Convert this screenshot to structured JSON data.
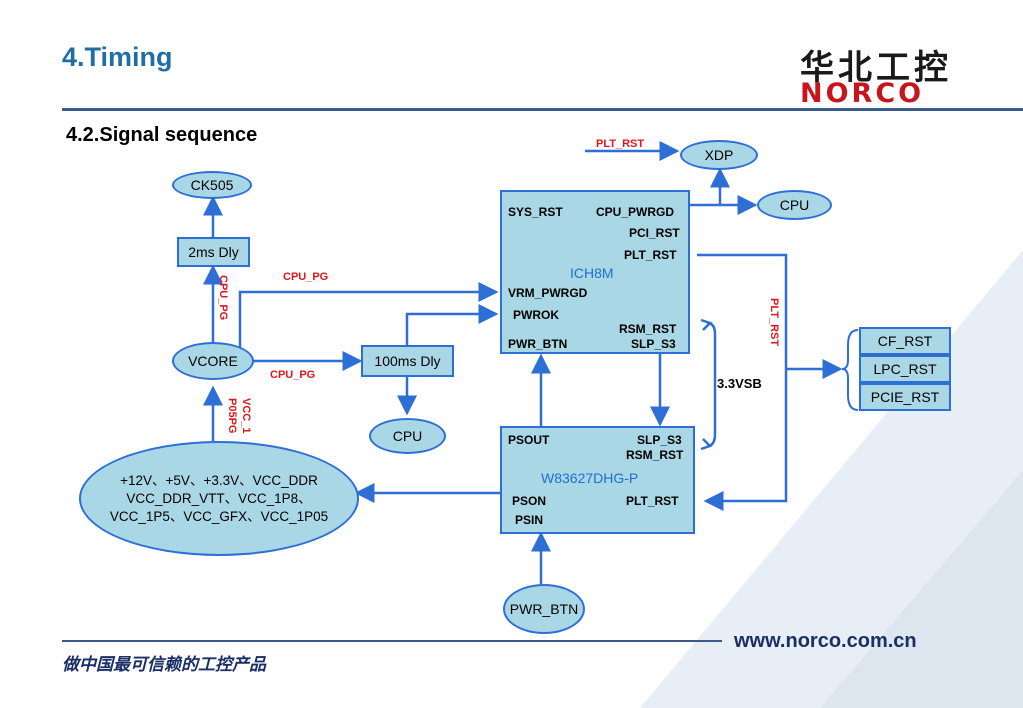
{
  "header": {
    "title": "4.Timing",
    "subtitle": "4.2.Signal sequence",
    "logo_cn": "华北工控",
    "logo_en": "NORCO"
  },
  "footer": {
    "slogan": "做中国最可信赖的工控产品",
    "url": "www.norco.com.cn"
  },
  "nodes": {
    "ck505": "CK505",
    "dly2": "2ms Dly",
    "vcore": "VCORE",
    "dly100": "100ms Dly",
    "cpu_left": "CPU",
    "xdp": "XDP",
    "cpu_right": "CPU",
    "pwr_btn": "PWR_BTN",
    "supply_line1": "+12V、+5V、+3.3V、VCC_DDR",
    "supply_line2": "VCC_DDR_VTT、VCC_1P8、",
    "supply_line3": "VCC_1P5、VCC_GFX、VCC_1P05",
    "cf_rst": "CF_RST",
    "lpc_rst": "LPC_RST",
    "pcie_rst": "PCIE_RST"
  },
  "ich8m": {
    "name": "ICH8M",
    "sys_rst": "SYS_RST",
    "cpu_pwrgd": "CPU_PWRGD",
    "pci_rst": "PCI_RST",
    "plt_rst": "PLT_RST",
    "vrm_pwrgd": "VRM_PWRGD",
    "pwrok": "PWROK",
    "rsm_rst": "RSM_RST",
    "pwr_btn": "PWR_BTN",
    "slp_s3": "SLP_S3"
  },
  "w83627": {
    "name": "W83627DHG-P",
    "psout": "PSOUT",
    "slp_s3": "SLP_S3",
    "rsm_rst": "RSM_RST",
    "pson": "PSON",
    "plt_rst": "PLT_RST",
    "psin": "PSIN"
  },
  "signals": {
    "plt_rst_top": "PLT_RST",
    "cpu_pg_h1": "CPU_PG",
    "cpu_pg_h2": "CPU_PG",
    "cpu_pg_v": "CPU_PG",
    "vcc_v": "VCC_1",
    "p05pg_v": "P05PG",
    "plt_rst_v": "PLT_RST",
    "vsb": "3.3VSB"
  },
  "colors": {
    "title": "#1f6fa6",
    "wire": "#2e6fd6",
    "box_fill": "#a9d7e5",
    "signal_red": "#e0151b",
    "logo_red": "#c8151b"
  }
}
